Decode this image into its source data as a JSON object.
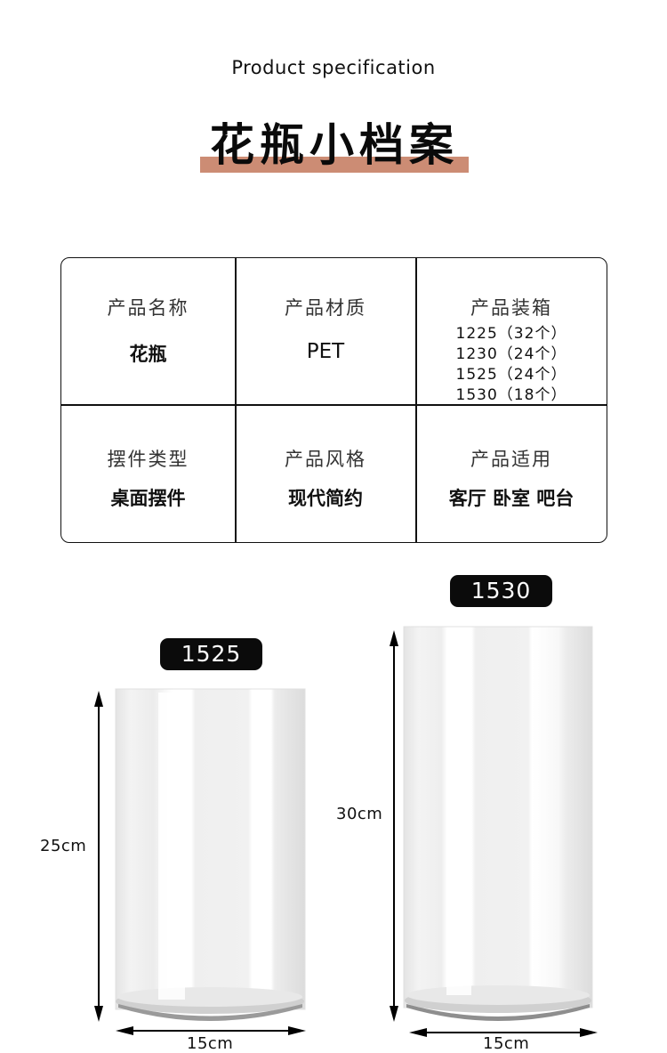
{
  "header": {
    "subtitle": "Product specification",
    "title": "花瓶小档案",
    "underline_color": "#cc8c74"
  },
  "spec_table": {
    "row1": [
      {
        "label": "产品名称",
        "value": "花瓶"
      },
      {
        "label": "产品材质",
        "value": "PET"
      },
      {
        "label": "产品装箱",
        "packing": [
          "1225（32个）",
          "1230（24个）",
          "1525（24个）",
          "1530（18个）"
        ]
      }
    ],
    "row2": [
      {
        "label": "摆件类型",
        "value": "桌面摆件"
      },
      {
        "label": "产品风格",
        "value": "现代简约"
      },
      {
        "label": "产品适用",
        "value": "客厅 卧室 吧台"
      }
    ]
  },
  "products": [
    {
      "model": "1525",
      "height": "25cm",
      "width": "15cm"
    },
    {
      "model": "1530",
      "height": "30cm",
      "width": "15cm"
    }
  ]
}
